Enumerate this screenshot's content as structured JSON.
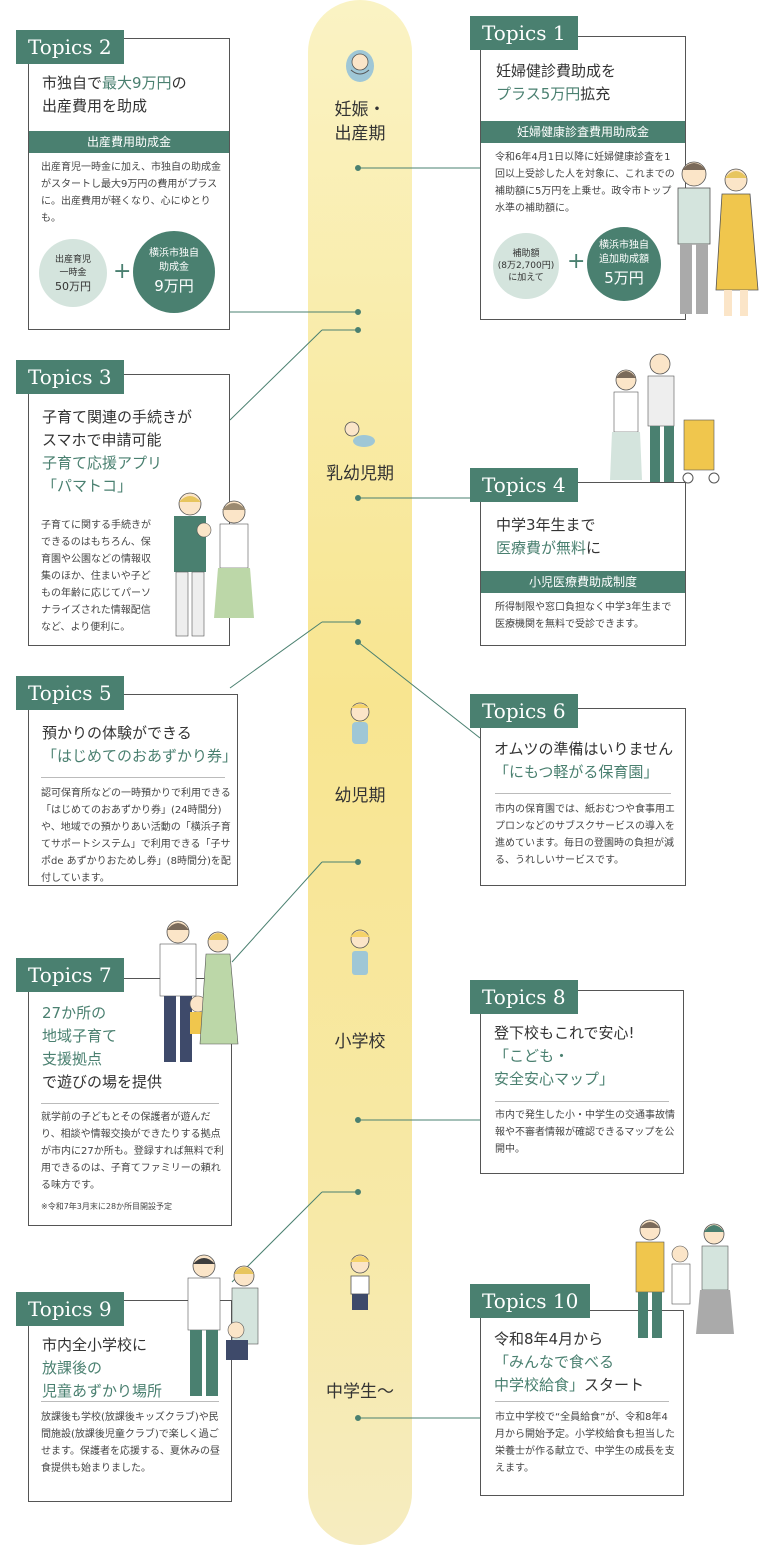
{
  "stages": [
    "妊娠・\n出産期",
    "乳幼児期",
    "幼児期",
    "小学校",
    "中学生〜"
  ],
  "topics": [
    {
      "id": 1,
      "label": "Topics 1",
      "headline": [
        "妊婦健診費助成を",
        [
          "プラス5万円",
          "拡充"
        ]
      ],
      "band": "妊婦健康診査費用助成金",
      "body": "令和6年4月1日以降に妊婦健康診査を1回以上受診した人を対象に、これまでの補助額に5万円を上乗せ。政令市トップ水準の補助額に。",
      "circle_left": [
        "補助額",
        "(8万2,700円)",
        "に加えて"
      ],
      "circle_right": [
        "横浜市独自",
        "追加助成額",
        "5万円"
      ]
    },
    {
      "id": 2,
      "label": "Topics 2",
      "headline": [
        [
          "市独自で",
          "最大9万円",
          "の"
        ],
        "出産費用を助成"
      ],
      "band": "出産費用助成金",
      "body": "出産育児一時金に加え、市独自の助成金がスタートし最大9万円の費用がプラスに。出産費用が軽くなり、心にゆとりも。",
      "circle_left": [
        "出産育児",
        "一時金",
        "50万円"
      ],
      "circle_right": [
        "横浜市独自",
        "助成金",
        "9万円"
      ]
    },
    {
      "id": 3,
      "label": "Topics 3",
      "headline": [
        "子育て関連の手続きが",
        "スマホで申請可能",
        "子育て応援アプリ",
        "「パマトコ」"
      ],
      "body": "子育てに関する手続きができるのはもちろん、保育園や公園などの情報収集のほか、住まいや子どもの年齢に応じてパーソナライズされた情報配信など、より便利に。"
    },
    {
      "id": 4,
      "label": "Topics 4",
      "headline": [
        "中学3年生まで",
        [
          "医療費が無料",
          "に"
        ]
      ],
      "band": "小児医療費助成制度",
      "body": "所得制限や窓口負担なく中学3年生まで医療機関を無料で受診できます。"
    },
    {
      "id": 5,
      "label": "Topics 5",
      "headline": [
        "預かりの体験ができる",
        "「はじめてのおあずかり券」"
      ],
      "body": "認可保育所などの一時預かりで利用できる「はじめてのおあずかり券」(24時間分)や、地域での預かりあい活動の「横浜子育てサポートシステム」で利用できる「子サポde あずかりおためし券」(8時間分)を配付しています。"
    },
    {
      "id": 6,
      "label": "Topics 6",
      "headline": [
        "オムツの準備はいりません",
        "「にもつ軽がる保育園」"
      ],
      "body": "市内の保育園では、紙おむつや食事用エプロンなどのサブスクサービスの導入を進めています。毎日の登園時の負担が減る、うれしいサービスです。"
    },
    {
      "id": 7,
      "label": "Topics 7",
      "headline": [
        "27か所の",
        "地域子育て",
        "支援拠点",
        "で遊びの場を提供"
      ],
      "body": "就学前の子どもとその保護者が遊んだり、相談や情報交換ができたりする拠点が市内に27か所も。登録すれば無料で利用できるのは、子育てファミリーの頼れる味方です。",
      "note": "※令和7年3月末に28か所目開設予定"
    },
    {
      "id": 8,
      "label": "Topics 8",
      "headline": [
        "登下校もこれで安心!",
        "「こども・",
        "安全安心マップ」"
      ],
      "body": "市内で発生した小・中学生の交通事故情報や不審者情報が確認できるマップを公開中。"
    },
    {
      "id": 9,
      "label": "Topics 9",
      "headline": [
        "市内全小学校に",
        "放課後の",
        "児童あずかり場所"
      ],
      "body": "放課後も学校(放課後キッズクラブ)や民間施設(放課後児童クラブ)で楽しく過ごせます。保護者を応援する、夏休みの昼食提供も始まりました。"
    },
    {
      "id": 10,
      "label": "Topics 10",
      "headline": [
        "令和8年4月から",
        "「みんなで食べる",
        [
          "中学校給食」",
          "スタート"
        ]
      ],
      "body": "市立中学校で“全員給食”が、令和8年4月から開始予定。小学校給食も担当した栄養士が作る献立で、中学生の成長を支えます。"
    }
  ],
  "colors": {
    "accent": "#4a8070",
    "accent_light": "#d4e4dd",
    "timeline_top": "#faf3c4",
    "timeline_mid": "#f8e590"
  }
}
